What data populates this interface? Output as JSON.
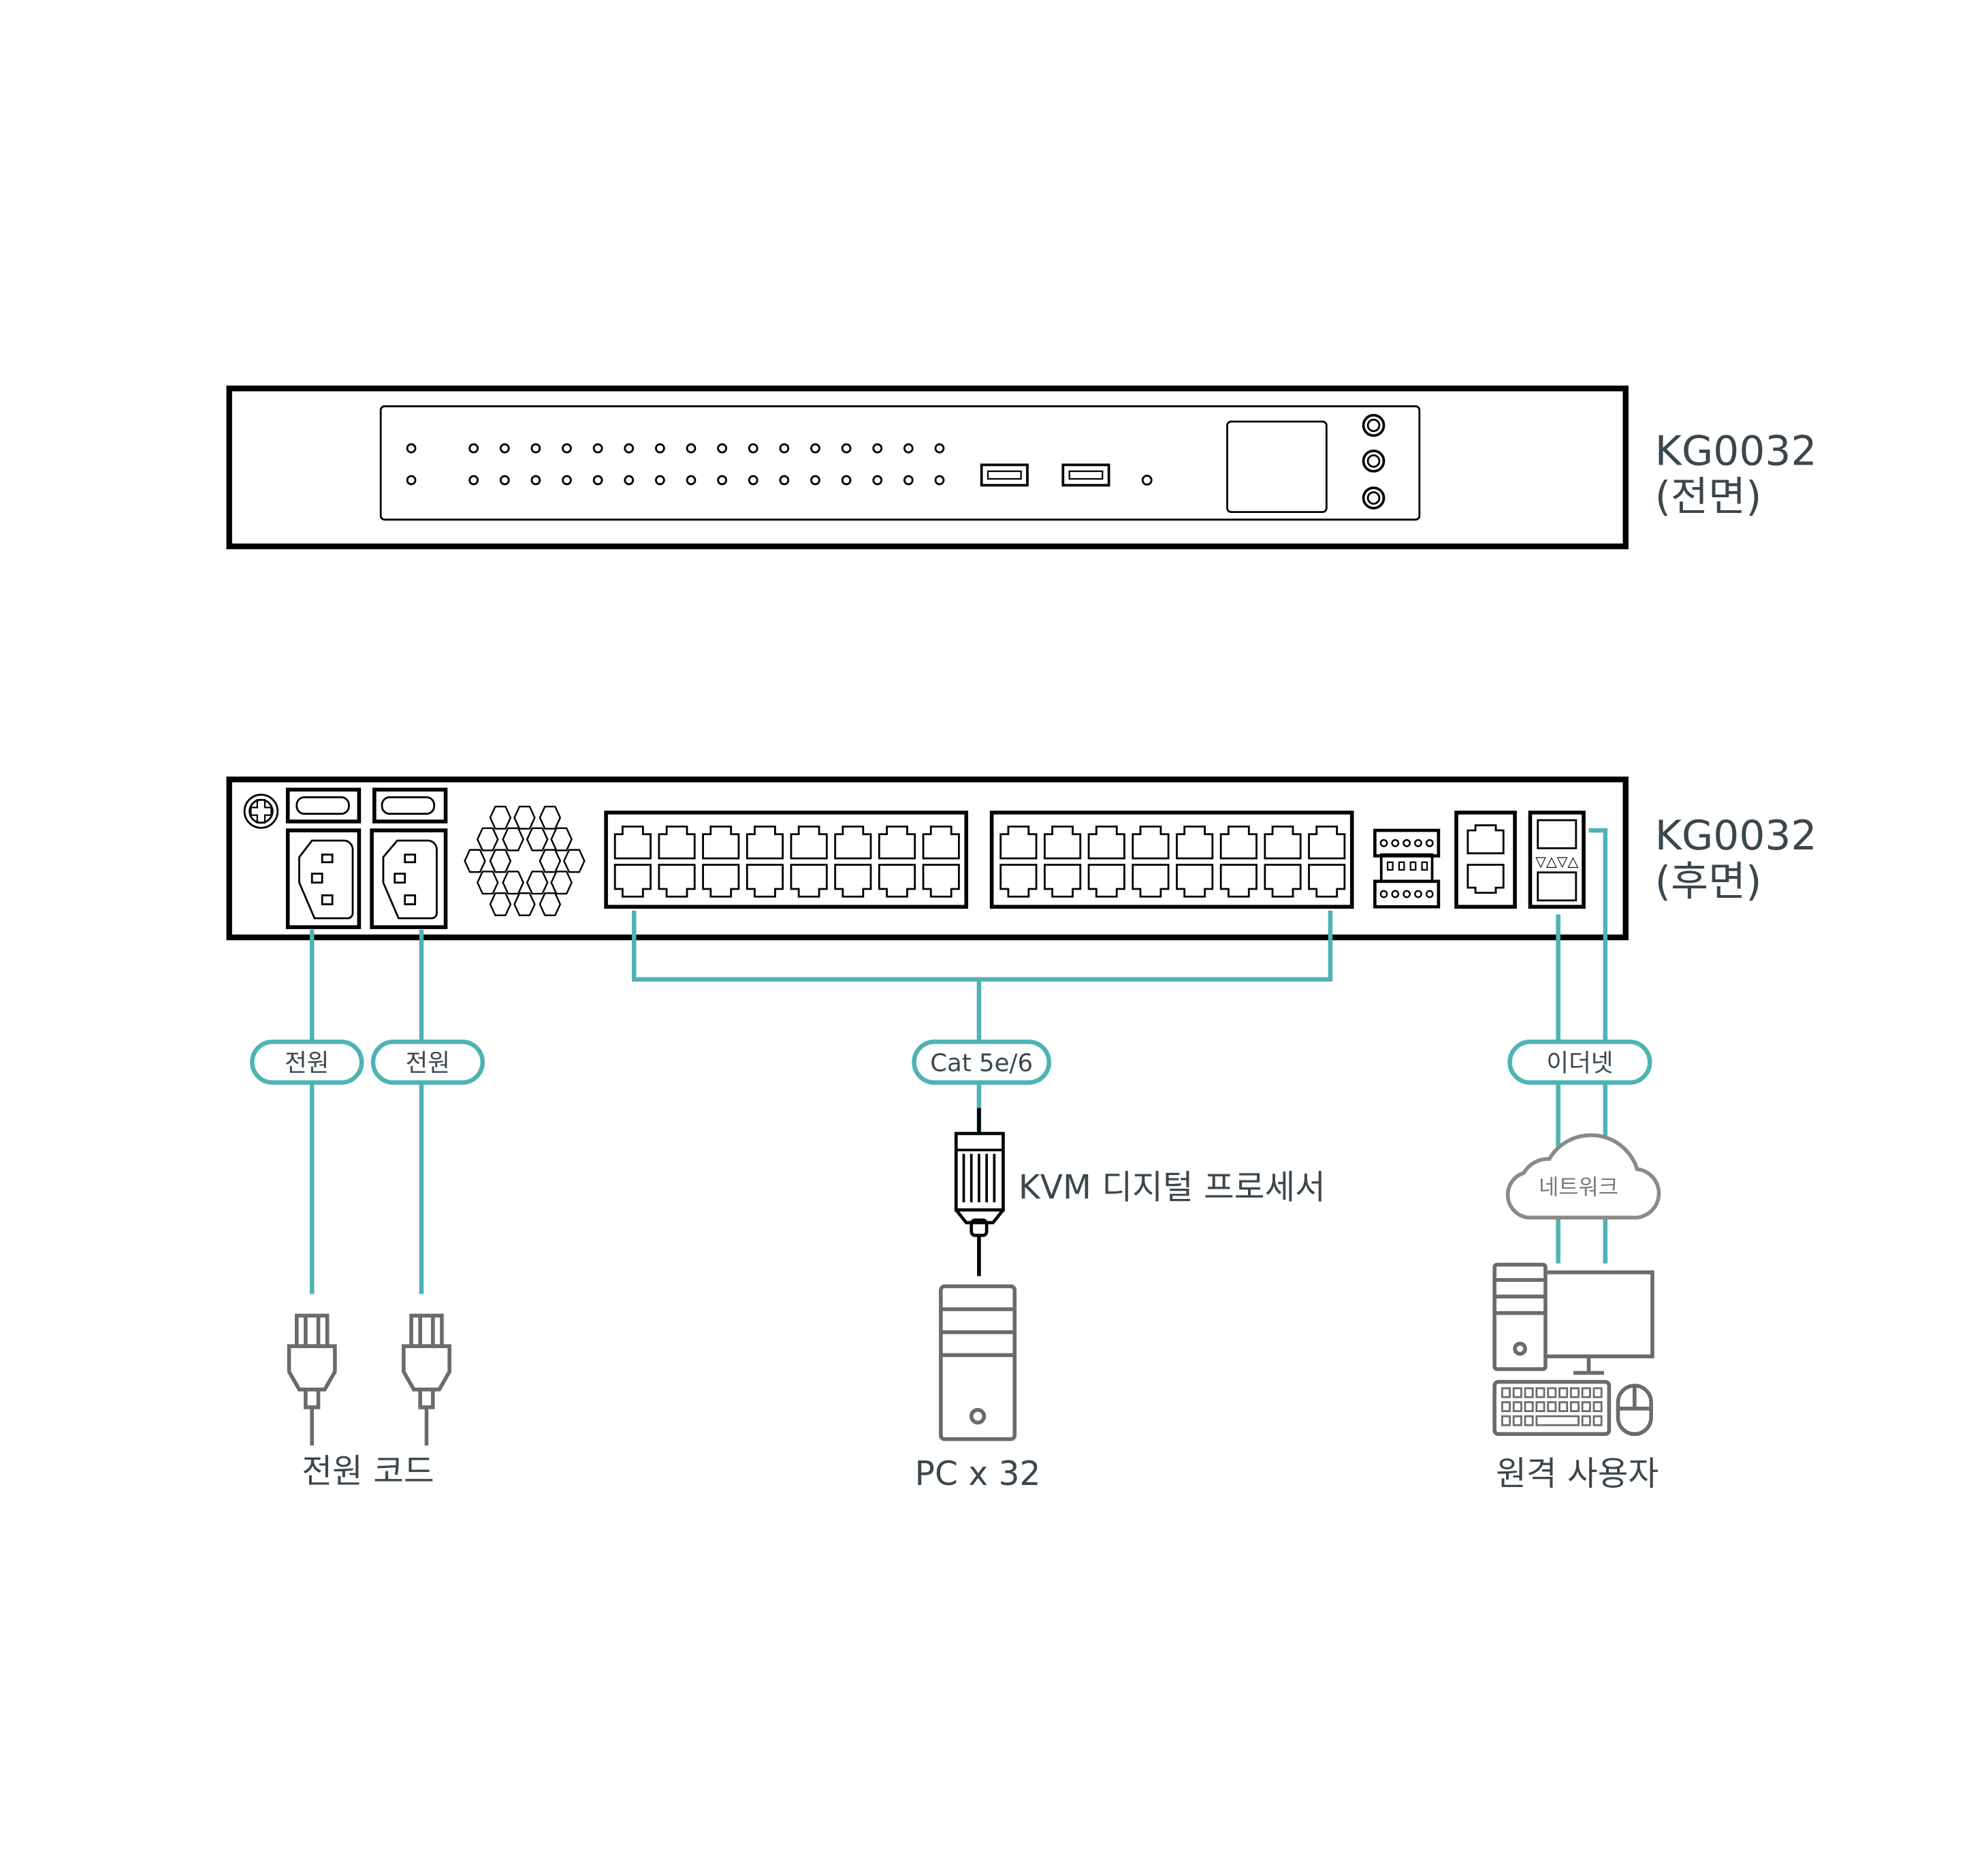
{
  "front": {
    "model": "KG0032",
    "side": "(전면)"
  },
  "rear": {
    "model": "KG0032",
    "side": "(후면)"
  },
  "cables": {
    "power1": "전원",
    "power2": "전원",
    "cat": "Cat 5e/6",
    "ethernet": "이더넷"
  },
  "cloud": "네트워크",
  "adapter": "KVM 디지털 프로세서",
  "endpoints": {
    "power_cord": "전원 코드",
    "pc": "PC x 32",
    "remote_user": "원격 사용자"
  },
  "colors": {
    "teal": "#4fb3b3",
    "text": "#3b464d",
    "icon": "#6b6b6b"
  },
  "counts": {
    "front_leds_per_row": 16,
    "ports_per_block": 16
  }
}
